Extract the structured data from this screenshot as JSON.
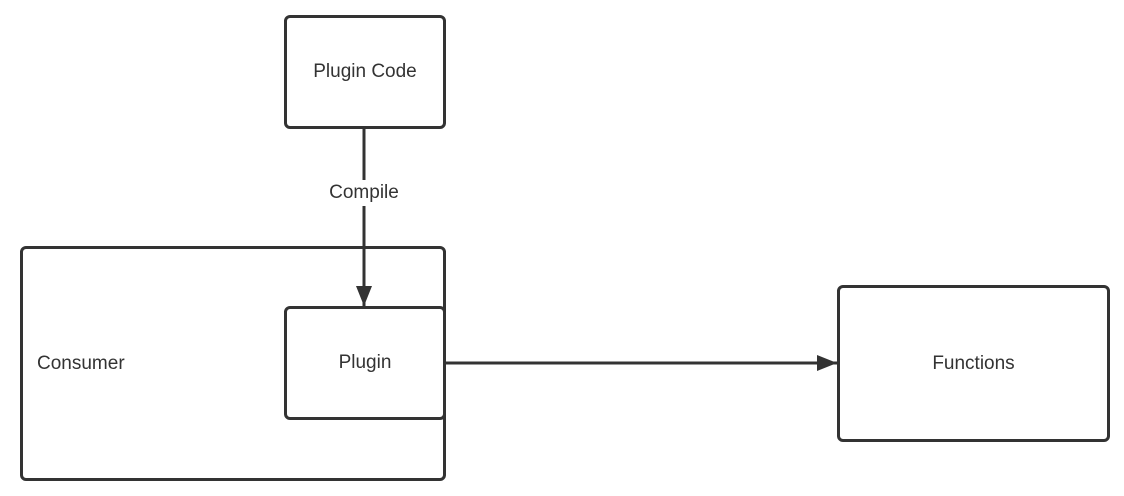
{
  "diagram": {
    "nodes": {
      "plugin_code": {
        "label": "Plugin Code"
      },
      "consumer": {
        "label": "Consumer"
      },
      "plugin": {
        "label": "Plugin"
      },
      "functions": {
        "label": "Functions"
      }
    },
    "edges": [
      {
        "from": "plugin_code",
        "to": "plugin",
        "label": "Compile"
      },
      {
        "from": "plugin",
        "to": "functions",
        "label": ""
      }
    ]
  },
  "colors": {
    "stroke": "#333333",
    "background": "#ffffff"
  }
}
